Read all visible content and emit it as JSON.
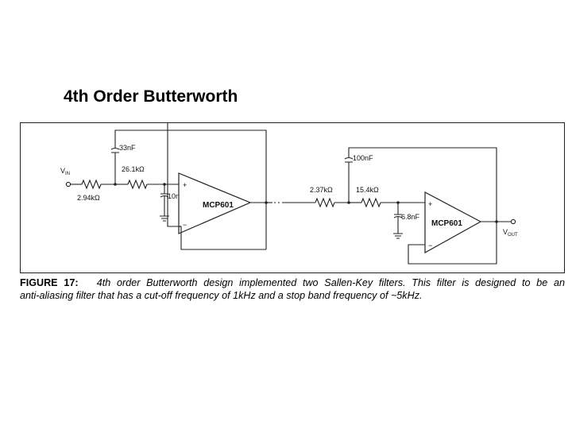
{
  "page": {
    "title": "4th Order Butterworth"
  },
  "circuit": {
    "input_label": "V",
    "input_sub": "IN",
    "output_label": "V",
    "output_sub": "OUT",
    "r1": "2.94kΩ",
    "r2": "26.1kΩ",
    "c1": "33nF",
    "c2": "10nF",
    "r3": "2.37kΩ",
    "r4": "15.4kΩ",
    "c3": "100nF",
    "c4": "6.8nF",
    "opamp1": "MCP601",
    "opamp2": "MCP601",
    "plus": "+",
    "minus": "−"
  },
  "caption": {
    "figure_label": "FIGURE 17:",
    "line1": "4th order Butterworth design implemented two Sallen-Key filters. This filter is designed to be an",
    "line2": "anti-aliasing filter that has a cut-off frequency of 1kHz and a stop band frequency of ~5kHz."
  }
}
